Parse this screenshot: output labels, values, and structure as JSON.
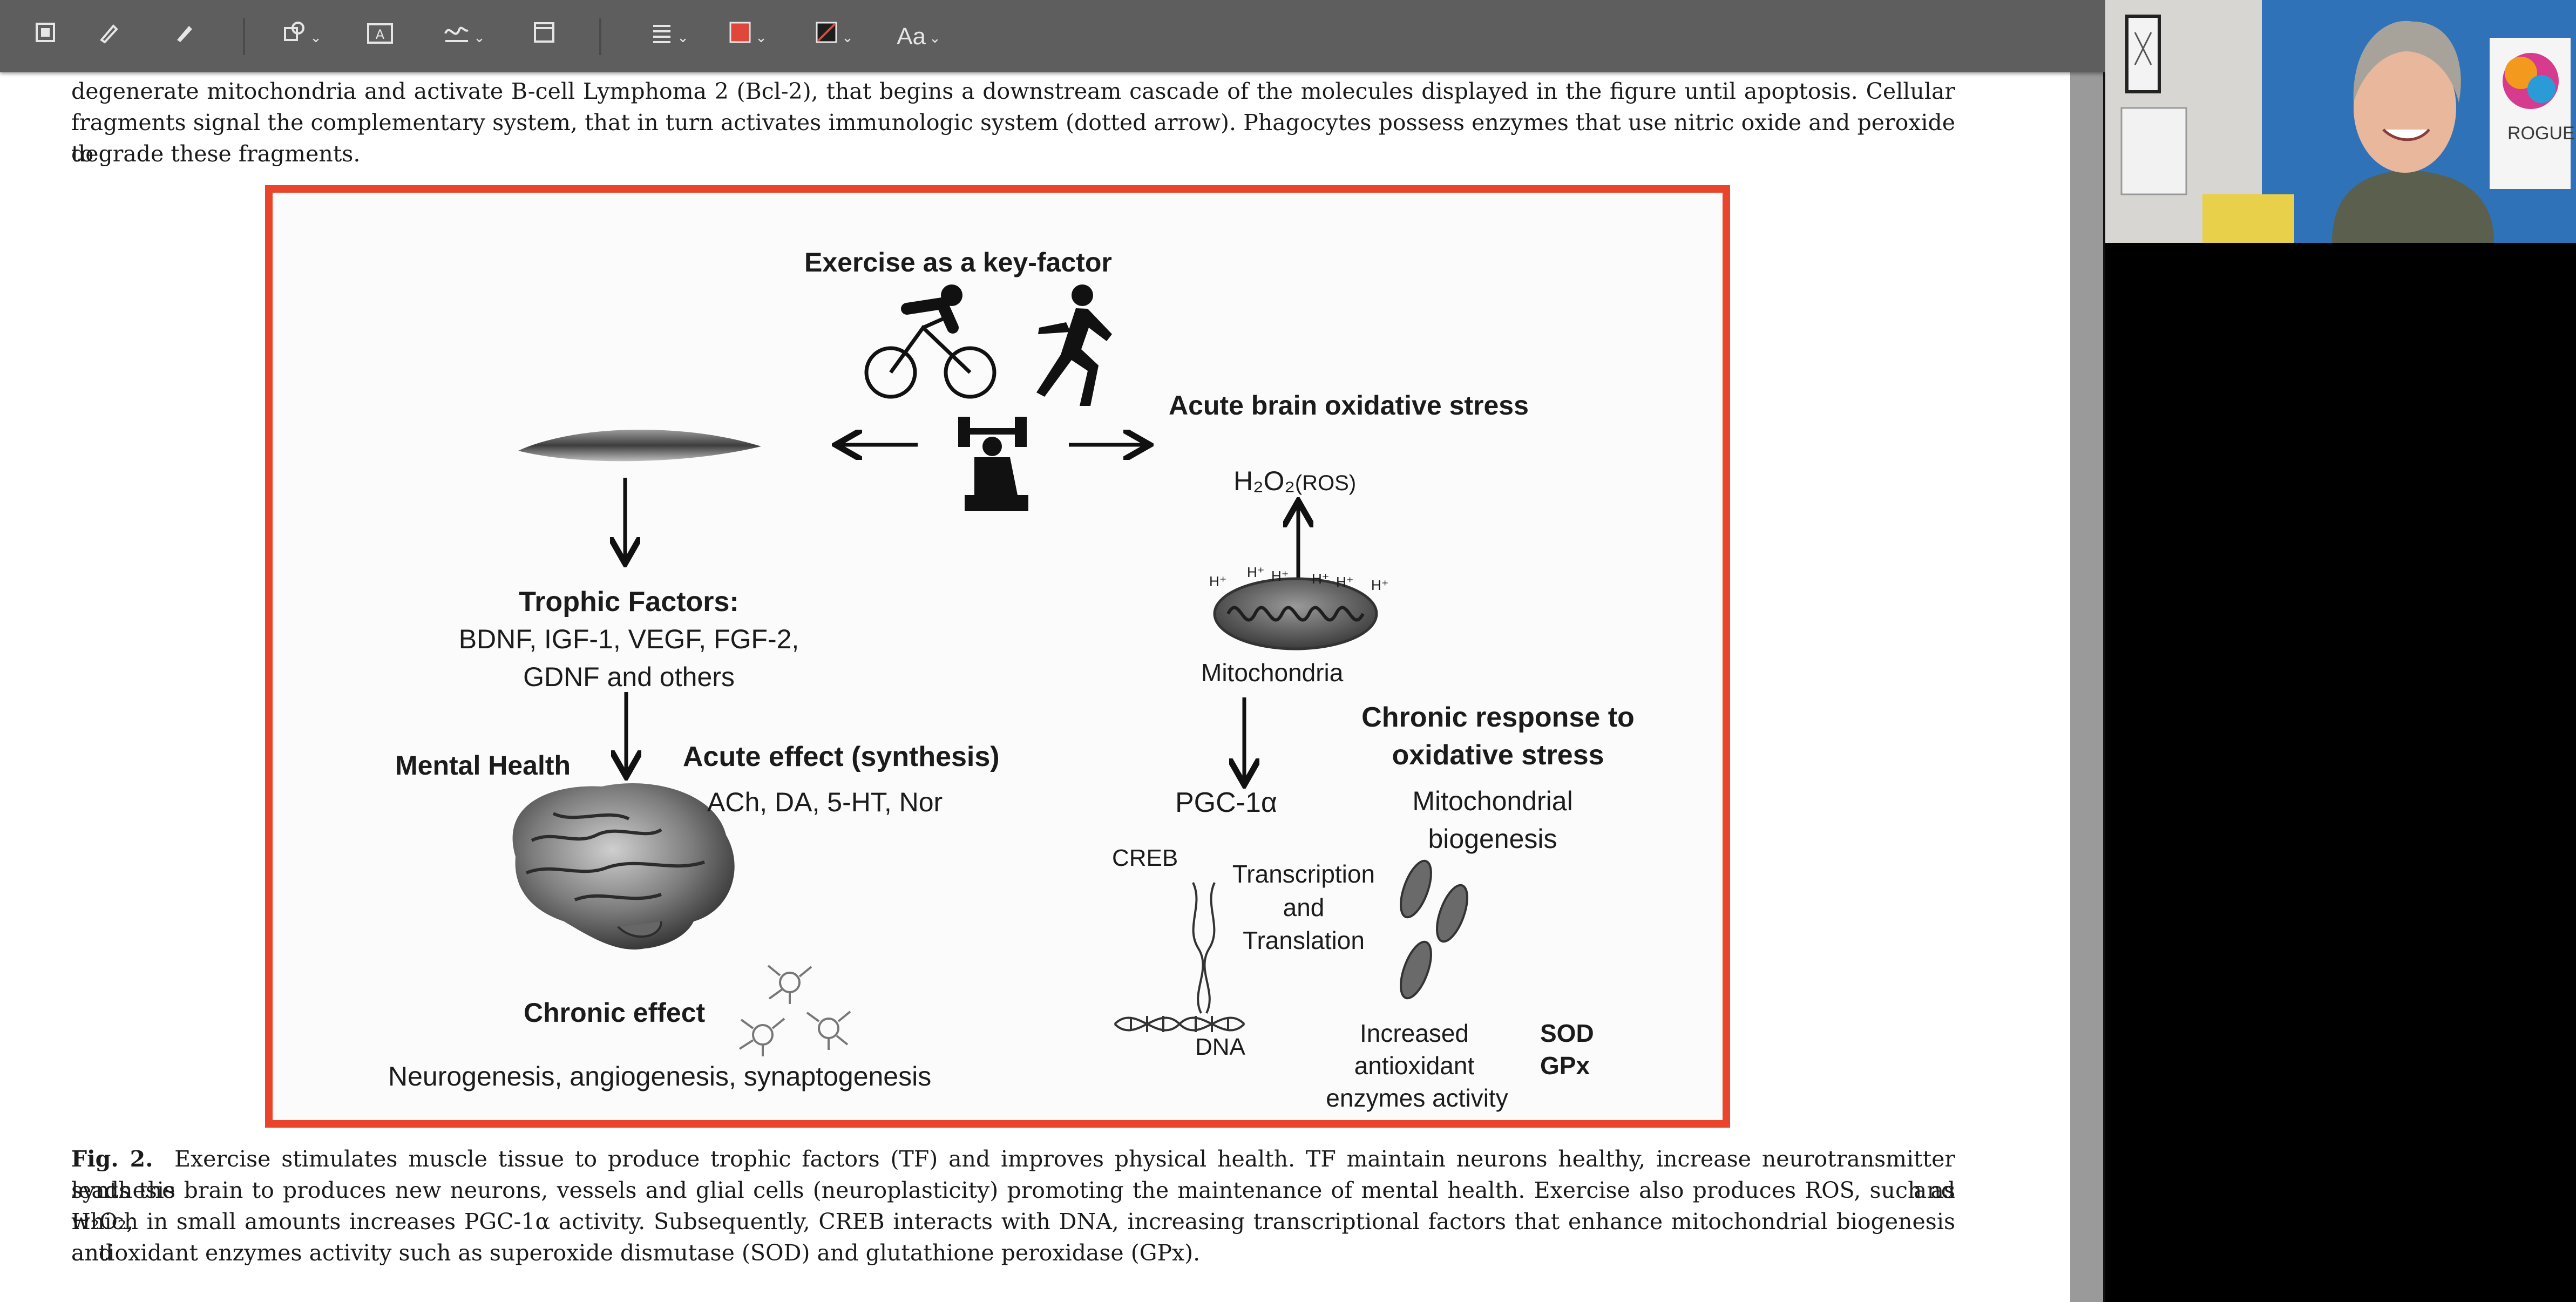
{
  "toolbar": {
    "icons": [
      "select-icon",
      "pen-icon",
      "highlighter-icon",
      "shapes-icon",
      "text-box-icon",
      "sign-icon",
      "note-icon",
      "align-icon",
      "border-color-icon",
      "fill-color-icon",
      "font-icon"
    ],
    "font_button_label": "Aa"
  },
  "document": {
    "intro_lines": [
      "degenerate mitochondria and activate B-cell Lymphoma 2 (Bcl-2), that begins a downstream cascade of the molecules displayed in the figure until apoptosis. Cellular",
      "fragments signal the complementary system, that in turn activates immunologic system (dotted arrow). Phagocytes possess enzymes that use nitric oxide and peroxide to",
      "degrade these fragments."
    ],
    "caption_label": "Fig. 2.",
    "caption_lines": [
      "Exercise stimulates muscle tissue to produce trophic factors (TF) and improves physical health. TF maintain neurons healthy, increase neurotransmitter synthesis and",
      "leads the brain to produces new neurons, vessels and glial cells (neuroplasticity) promoting the maintenance of mental health. Exercise also produces ROS, such as H₂O₂,",
      "which in small amounts increases PGC-1α activity. Subsequently, CREB interacts with DNA, increasing transcriptional factors that enhance mitochondrial biogenesis and",
      "antioxidant enzymes activity such as superoxide dismutase (SOD) and glutathione peroxidase (GPx)."
    ]
  },
  "figure": {
    "title": "Exercise as a key-factor",
    "acute_stress": "Acute brain oxidative stress",
    "h2o2": "H₂O₂",
    "ros": "(ROS)",
    "h_plus": "H⁺",
    "mitochondria": "Mitochondria",
    "trophic_title": "Trophic Factors:",
    "trophic_line1": "BDNF, IGF-1, VEGF, FGF-2,",
    "trophic_line2": "GDNF and others",
    "mental_health": "Mental Health",
    "acute_effect": "Acute effect (synthesis)",
    "neurotransmitters": "ACh, DA, 5-HT, Nor",
    "chronic_effect": "Chronic effect",
    "chronic_list": "Neurogenesis, angiogenesis, synaptogenesis",
    "chronic_response_1": "Chronic response to",
    "chronic_response_2": "oxidative stress",
    "pgc": "PGC-1α",
    "mito_bio_1": "Mitochondrial",
    "mito_bio_2": "biogenesis",
    "creb": "CREB",
    "transcription_1": "Transcription",
    "transcription_2": "and",
    "transcription_3": "Translation",
    "dna": "DNA",
    "increased_1": "Increased",
    "increased_2": "antioxidant",
    "increased_3": "enzymes activity",
    "sod": "SOD",
    "gpx": "GPx"
  },
  "webcam": {
    "poster_text": "ROGUE"
  },
  "colors": {
    "figure_border": "#e8452c",
    "toolbar_bg": "#5e5e5e",
    "border_color_swatch": "#e0463a"
  }
}
